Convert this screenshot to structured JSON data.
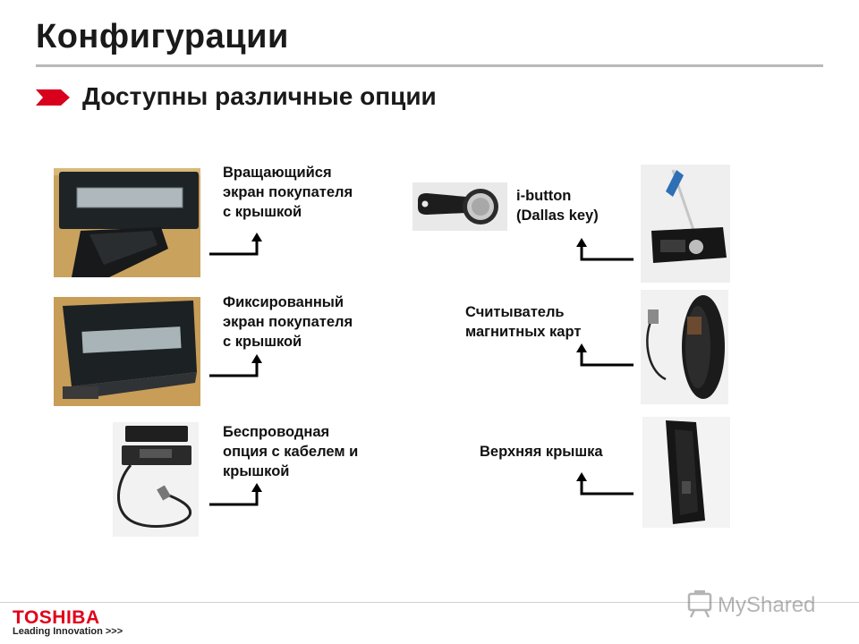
{
  "slide": {
    "title": "Конфигурации",
    "subtitle": "Доступны различные опции"
  },
  "options": [
    {
      "label": "Вращающийся\nэкран покупателя\nс крышкой",
      "image": "rotating-customer-display-photo"
    },
    {
      "label": "Фиксированный\nэкран покупателя\nс крышкой",
      "image": "fixed-customer-display-photo"
    },
    {
      "label": "Беспроводная\nопция с кабелем и\nкрышкой",
      "image": "cordless-option-photo"
    },
    {
      "label": "i-button\n(Dallas key)",
      "image": "i-button-key-photo"
    },
    {
      "label": "Считыватель\nмагнитных карт",
      "image": "magnetic-card-reader-photo"
    },
    {
      "label": "Верхняя крышка",
      "image": "top-cover-photo"
    }
  ],
  "footer": {
    "brand": "TOSHIBA",
    "tagline": "Leading Innovation >>>",
    "watermark": "MyShared"
  },
  "colors": {
    "brand_red": "#e2001a",
    "bullet_red": "#d8001c",
    "rule_gray": "#b9b9b9"
  }
}
